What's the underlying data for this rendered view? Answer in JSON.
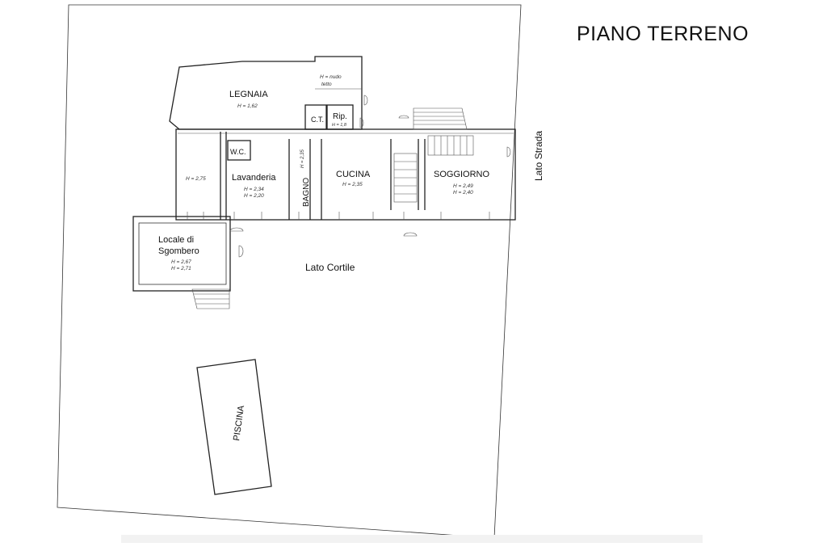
{
  "title": "PIANO TERRENO",
  "labels": {
    "legnaia": "LEGNAIA",
    "legnaia_h": "H = 1,62",
    "h_nudo": "H = nudo",
    "tetto": "tetto",
    "ct": "C.T.",
    "rip": "Rip.",
    "rip_h": "H = 1,8",
    "wc": "W.C.",
    "lavanderia": "Lavanderia",
    "lav_h1": "H = 2,34",
    "lav_h2": "H = 2,20",
    "store_h": "H = 2,75",
    "bagno": "BAGNO",
    "bagno_h": "H = 2,35",
    "cucina": "CUCINA",
    "cucina_h": "H = 2,35",
    "soggiorno": "SOGGIORNO",
    "sogg_h1": "H = 2,49",
    "sogg_h2": "H = 2,40",
    "locale1": "Locale di",
    "locale2": "Sgombero",
    "loc_h1": "H = 2,67",
    "loc_h2": "H = 2,71",
    "lato_cortile": "Lato Cortile",
    "lato_strada": "Lato Strada",
    "piscina": "PISCINA"
  }
}
